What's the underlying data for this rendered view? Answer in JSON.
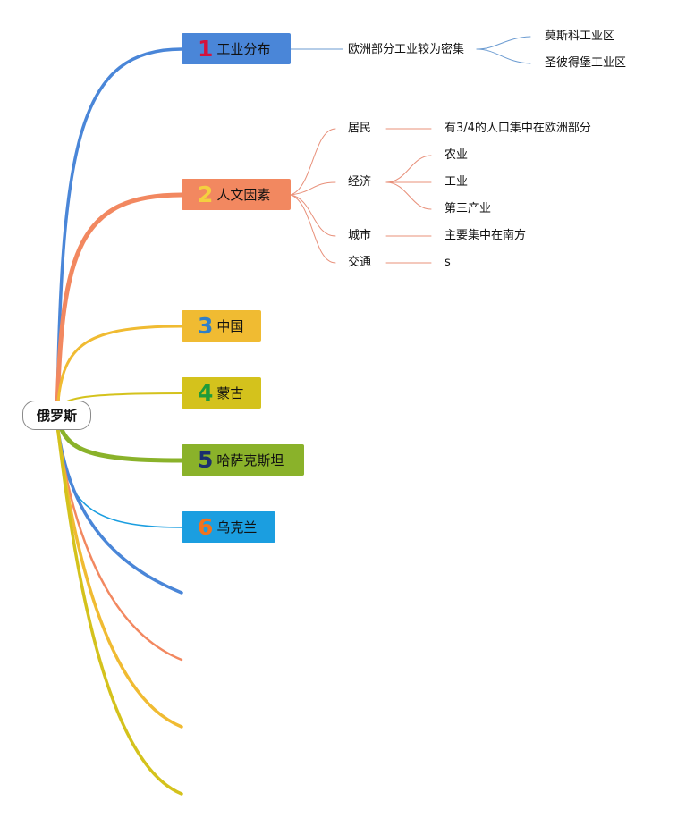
{
  "root": {
    "label": "俄罗斯"
  },
  "branches": [
    {
      "number": "1",
      "label": "工业分布",
      "color": "#4a86d8",
      "number_color": "#d4133e",
      "children": [
        {
          "label": "欧洲部分工业较为密集",
          "children": [
            {
              "label": "莫斯科工业区"
            },
            {
              "label": "圣彼得堡工业区"
            }
          ]
        }
      ]
    },
    {
      "number": "2",
      "label": "人文因素",
      "color": "#f28860",
      "number_color": "#f4d03f",
      "children": [
        {
          "label": "居民",
          "children": [
            {
              "label": "有3/4的人口集中在欧洲部分"
            }
          ]
        },
        {
          "label": "经济",
          "children": [
            {
              "label": "农业"
            },
            {
              "label": "工业"
            },
            {
              "label": "第三产业"
            }
          ]
        },
        {
          "label": "城市",
          "children": [
            {
              "label": "主要集中在南方"
            }
          ]
        },
        {
          "label": "交通",
          "children": [
            {
              "label": "s"
            }
          ]
        }
      ]
    },
    {
      "number": "3",
      "label": "中国",
      "color": "#f0bb32",
      "number_color": "#2f7fc7",
      "children": []
    },
    {
      "number": "4",
      "label": "蒙古",
      "color": "#d4c21c",
      "number_color": "#1e9b3a",
      "children": []
    },
    {
      "number": "5",
      "label": "哈萨克斯坦",
      "color": "#8ab22a",
      "number_color": "#1b2f6e",
      "children": []
    },
    {
      "number": "6",
      "label": "乌克兰",
      "color": "#1b9ee0",
      "number_color": "#f0731e",
      "children": []
    }
  ],
  "empty_branch_colors": [
    "#4a86d8",
    "#f28860",
    "#f0bb32",
    "#d4c21c"
  ]
}
